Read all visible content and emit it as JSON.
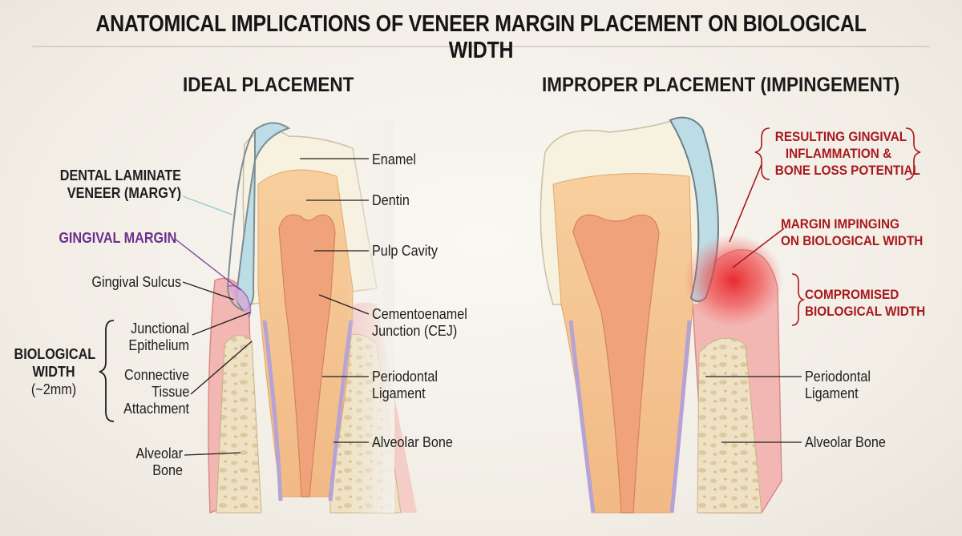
{
  "title": "ANATOMICAL IMPLICATIONS OF VENEER MARGIN PLACEMENT ON BIOLOGICAL WIDTH",
  "left_panel": {
    "heading": "IDEAL PLACEMENT",
    "labels": {
      "enamel": "Enamel",
      "dentin": "Dentin",
      "pulp_cavity": "Pulp Cavity",
      "cej_line1": "Cementoenamel",
      "cej_line2": "Junction (CEJ)",
      "pdl_line1": "Periodontal",
      "pdl_line2": "Ligament",
      "alveolar_bone_right": "Alveolar Bone",
      "veneer_line1": "DENTAL LAMINATE",
      "veneer_line2": "VENEER (MARGY)",
      "gingival_margin": "GINGIVAL MARGIN",
      "gingival_sulcus": "Gingival Sulcus",
      "junctional_line1": "Junctional",
      "junctional_line2": "Epithelium",
      "connective_line1": "Connective",
      "connective_line2": "Tissue",
      "connective_line3": "Attachment",
      "biological_line1": "BIOLOGICAL",
      "biological_line2": "WIDTH",
      "biological_line3": "(~2mm)",
      "alveolar_left_line1": "Alveolar",
      "alveolar_left_line2": "Bone"
    }
  },
  "right_panel": {
    "heading": "IMPROPER PLACEMENT (IMPINGEMENT)",
    "labels": {
      "inflammation_line1": "RESULTING GINGIVAL",
      "inflammation_line2": "INFLAMMATION &",
      "inflammation_line3": "BONE LOSS POTENTIAL",
      "impinging_line1": "MARGIN IMPINGING",
      "impinging_line2": "ON BIOLOGICAL WIDTH",
      "compromised_line1": "COMPROMISED",
      "compromised_line2": "BIOLOGICAL WIDTH",
      "pdl_line1": "Periodontal",
      "pdl_line2": "Ligament",
      "alveolar_bone": "Alveolar Bone"
    }
  },
  "colors": {
    "enamel": "#f7f1df",
    "dentin": "#f6c48f",
    "pulp": "#f0a37a",
    "veneer": "#bcdde6",
    "gum": "#f2b6b3",
    "bone": "#efe2c4",
    "inflammation": "#e8222a",
    "alert_text": "#a8181c",
    "gingival_margin_text": "#6c2f8c"
  }
}
